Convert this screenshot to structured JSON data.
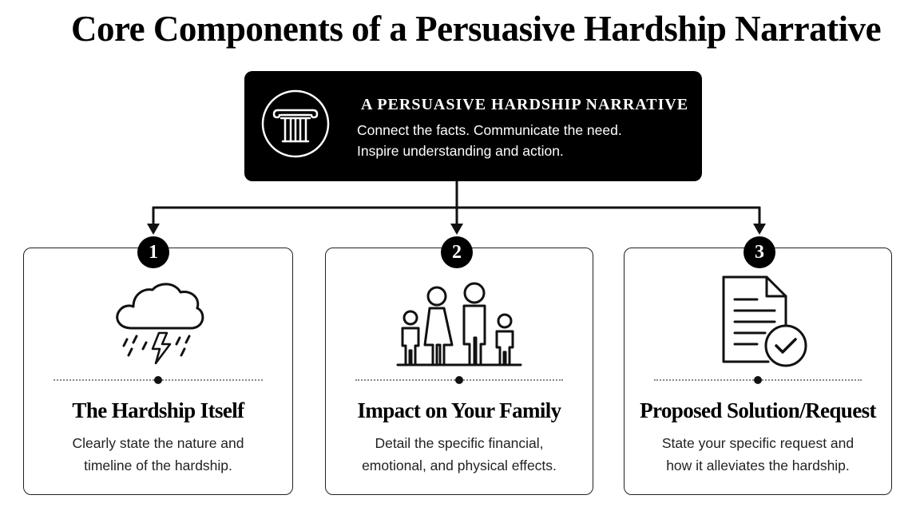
{
  "title": "Core Components of a Persuasive Hardship Narrative",
  "hero": {
    "heading": "A PERSUASIVE HARDSHIP NARRATIVE",
    "line1": "Connect the facts. Communicate the need.",
    "line2": "Inspire understanding and action.",
    "icon": "column-pillar-icon"
  },
  "components": [
    {
      "number": "1",
      "title": "The Hardship Itself",
      "desc_line1": "Clearly state the nature and",
      "desc_line2": "timeline of the hardship.",
      "icon": "storm-cloud-icon"
    },
    {
      "number": "2",
      "title": "Impact on Your Family",
      "desc_line1": "Detail the specific financial,",
      "desc_line2": "emotional, and physical effects.",
      "icon": "family-icon"
    },
    {
      "number": "3",
      "title": "Proposed Solution/Request",
      "desc_line1": "State your specific request and",
      "desc_line2": "how it alleviates the hardship.",
      "icon": "document-check-icon"
    }
  ]
}
